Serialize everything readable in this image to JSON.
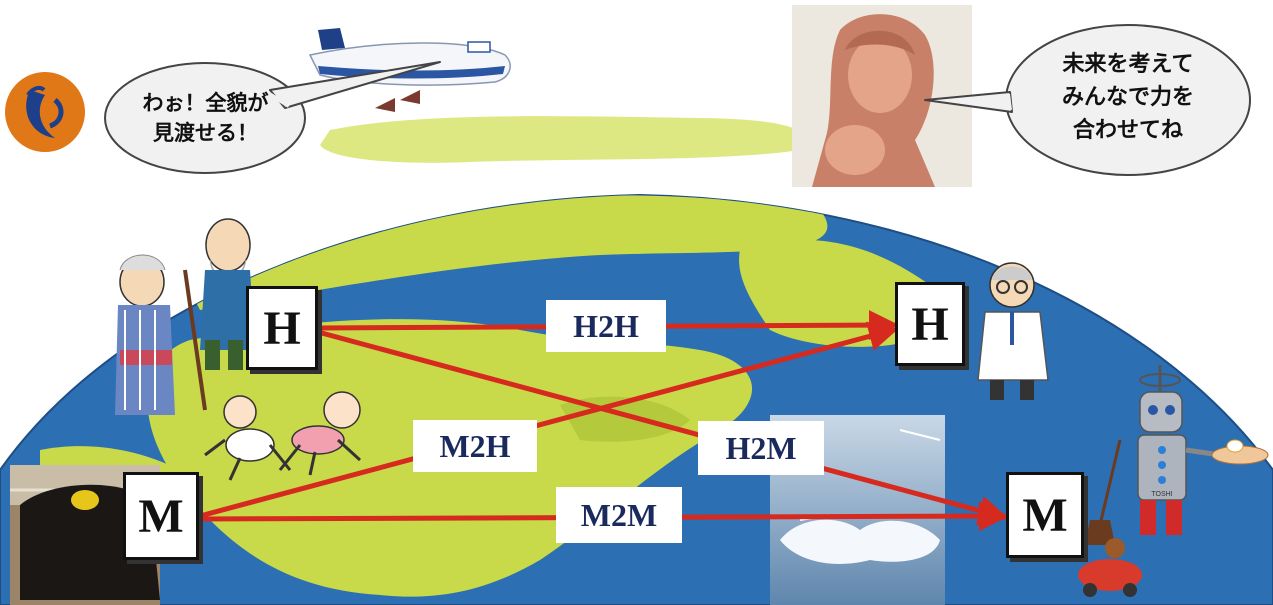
{
  "bubbles": {
    "left": [
      "わぉ！全貌が",
      "見渡せる！"
    ],
    "right": [
      "未来を考えて",
      "みんなで力を",
      "合わせてね"
    ]
  },
  "nodes": {
    "human_left": "H",
    "machine_left": "M",
    "human_right": "H",
    "machine_right": "M"
  },
  "edges": {
    "h2h": "H2H",
    "m2h": "M2H",
    "h2m": "H2M",
    "m2m": "M2M"
  },
  "robot_chest_text": "TOSHI",
  "colors": {
    "ocean": "#2d6fb3",
    "land": "#c8d94a",
    "arrow": "#d62a1f",
    "label_text": "#1b2a5c"
  }
}
